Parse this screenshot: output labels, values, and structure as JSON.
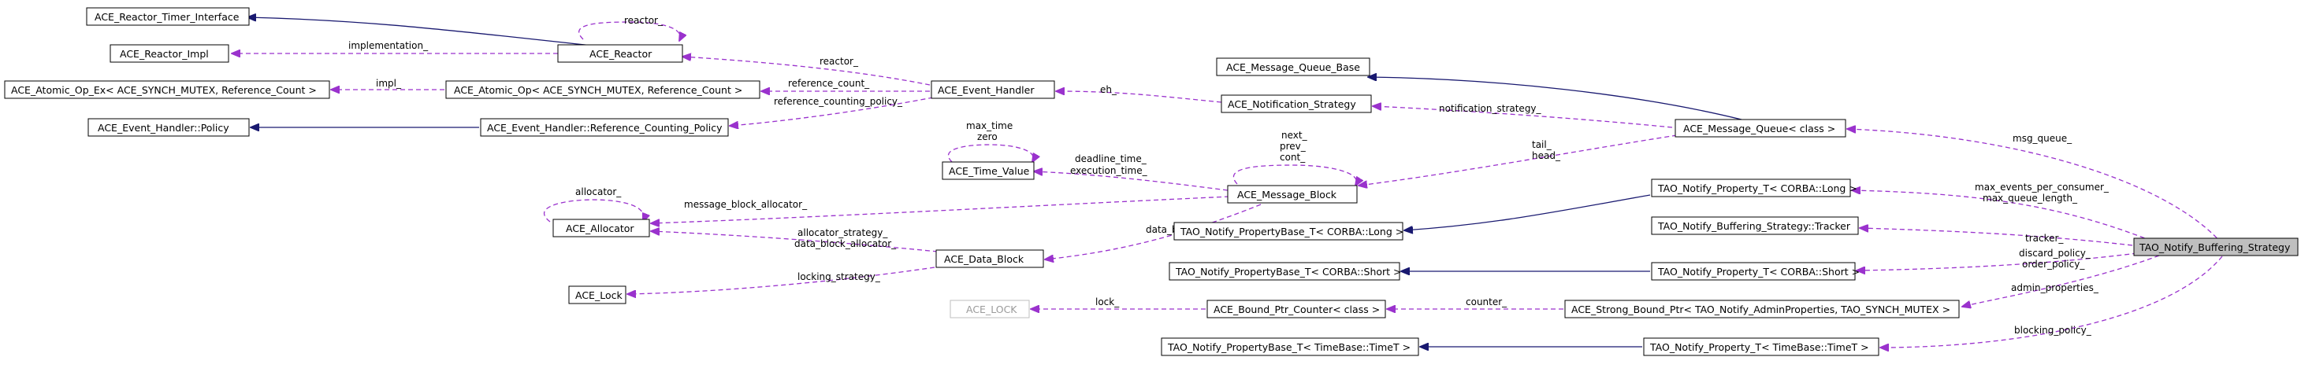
{
  "nodes": {
    "reactor_timer_interface": "ACE_Reactor_Timer_Interface",
    "reactor_impl": "ACE_Reactor_Impl",
    "reactor": "ACE_Reactor",
    "atomic_op_ex": "ACE_Atomic_Op_Ex< ACE_SYNCH_MUTEX, Reference_Count >",
    "atomic_op": "ACE_Atomic_Op< ACE_SYNCH_MUTEX, Reference_Count >",
    "event_handler": "ACE_Event_Handler",
    "eh_policy": "ACE_Event_Handler::Policy",
    "eh_rcp": "ACE_Event_Handler::Reference_Counting_Policy",
    "time_value": "ACE_Time_Value",
    "allocator": "ACE_Allocator",
    "lock": "ACE_Lock",
    "data_block": "ACE_Data_Block",
    "message_block": "ACE_Message_Block",
    "message_queue_base": "ACE_Message_Queue_Base",
    "notification_strategy": "ACE_Notification_Strategy",
    "message_queue": "ACE_Message_Queue< class >",
    "pb_long": "TAO_Notify_PropertyBase_T< CORBA::Long >",
    "pb_short": "TAO_Notify_PropertyBase_T< CORBA::Short >",
    "ace_lock_upper": "ACE_LOCK",
    "bound_ptr_counter": "ACE_Bound_Ptr_Counter< class >",
    "pb_timet": "TAO_Notify_PropertyBase_T< TimeBase::TimeT >",
    "p_long": "TAO_Notify_Property_T< CORBA::Long >",
    "tracker": "TAO_Notify_Buffering_Strategy::Tracker",
    "p_short": "TAO_Notify_Property_T< CORBA::Short >",
    "strong_bound_ptr": "ACE_Strong_Bound_Ptr< TAO_Notify_AdminProperties, TAO_SYNCH_MUTEX >",
    "p_timet": "TAO_Notify_Property_T< TimeBase::TimeT >",
    "buffering_strategy": "TAO_Notify_Buffering_Strategy"
  },
  "labels": {
    "reactor_self": "reactor_",
    "implementation": "implementation_",
    "reactor_eh": "reactor_",
    "impl": "impl_",
    "reference_count": "reference_count_",
    "reference_counting_policy": "reference_counting_policy_",
    "eh": "eh_",
    "notification_strategy": "notification_strategy_",
    "tail_head": [
      "tail_",
      "head_"
    ],
    "time_self": [
      "max_time",
      "zero"
    ],
    "deadline": [
      "deadline_time_",
      "execution_time_"
    ],
    "mb_self": [
      "next_",
      "prev_",
      "cont_"
    ],
    "allocator_self": "allocator_",
    "message_block_allocator": "message_block_allocator_",
    "allocator_strategy": [
      "allocator_strategy_",
      "data_block_allocator_"
    ],
    "data_block": "data_block_",
    "locking_strategy": "locking_strategy_",
    "msg_queue": "msg_queue_",
    "max_events": [
      "max_events_per_consumer_",
      "max_queue_length_"
    ],
    "tracker": "tracker_",
    "discard_order": [
      "discard_policy_",
      "order_policy_"
    ],
    "lock": "lock_",
    "counter": "counter_",
    "admin_properties": "admin_properties_",
    "blocking_policy": "blocking_policy_"
  }
}
